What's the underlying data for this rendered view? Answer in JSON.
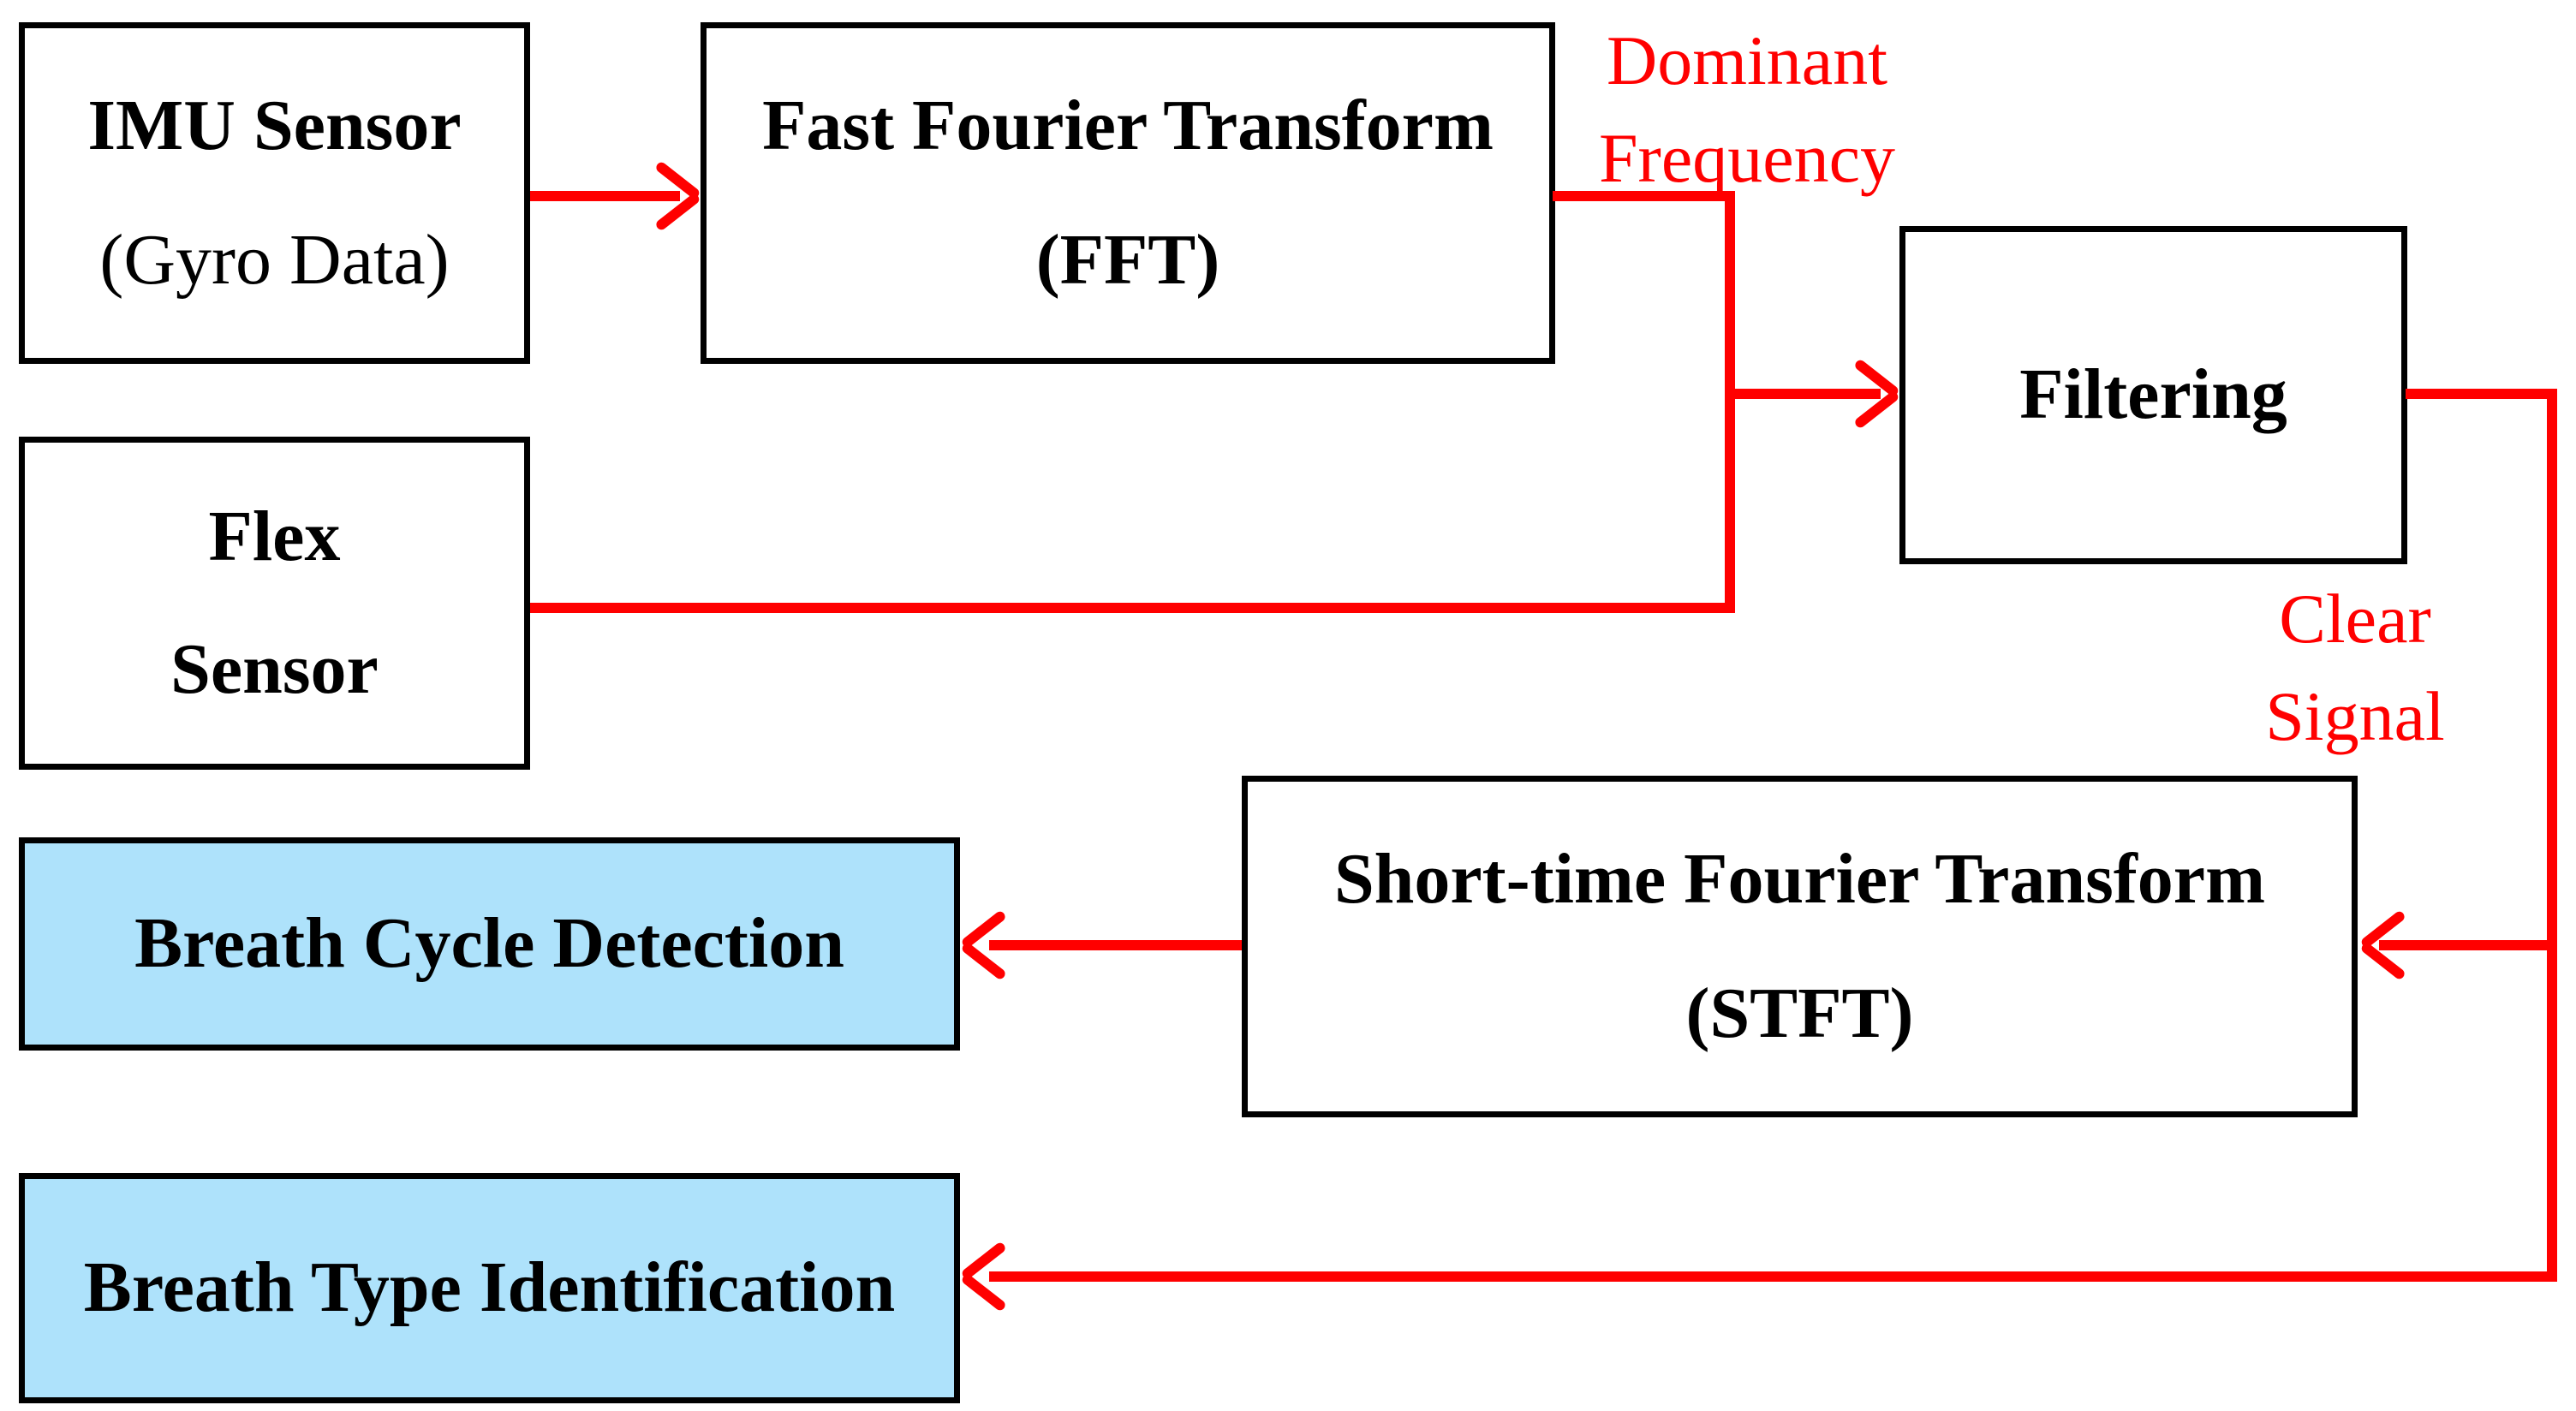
{
  "colors": {
    "arrow_red": "#FF0000",
    "node_fill_white": "#FFFFFF",
    "node_fill_blue": "#AEE2FB",
    "border_black": "#000000"
  },
  "nodes": {
    "imu": {
      "line1": "IMU Sensor",
      "line2": "(Gyro Data)"
    },
    "fft": {
      "line1": "Fast Fourier Transform",
      "line2": "(FFT)"
    },
    "flex": {
      "line1": "Flex",
      "line2": "Sensor"
    },
    "filtering": {
      "line1": "Filtering"
    },
    "stft": {
      "line1": "Short-time Fourier Transform",
      "line2": "(STFT)"
    },
    "breath_cycle": {
      "line1": "Breath Cycle Detection"
    },
    "breath_type": {
      "line1": "Breath Type Identification"
    }
  },
  "edge_labels": {
    "dominant_frequency": {
      "line1": "Dominant",
      "line2": "Frequency"
    },
    "clear_signal": {
      "line1": "Clear",
      "line2": "Signal"
    }
  },
  "edges": [
    {
      "from": "IMU Sensor (Gyro Data)",
      "to": "Fast Fourier Transform (FFT)",
      "label": ""
    },
    {
      "from": "Fast Fourier Transform (FFT)",
      "to": "Filtering",
      "label": "Dominant Frequency"
    },
    {
      "from": "Flex Sensor",
      "to": "Filtering",
      "label": ""
    },
    {
      "from": "Filtering",
      "to": "Short-time Fourier Transform (STFT)",
      "label": "Clear Signal"
    },
    {
      "from": "Short-time Fourier Transform (STFT)",
      "to": "Breath Cycle Detection",
      "label": ""
    },
    {
      "from": "Filtering",
      "to": "Breath Type Identification",
      "label": "Clear Signal"
    }
  ]
}
